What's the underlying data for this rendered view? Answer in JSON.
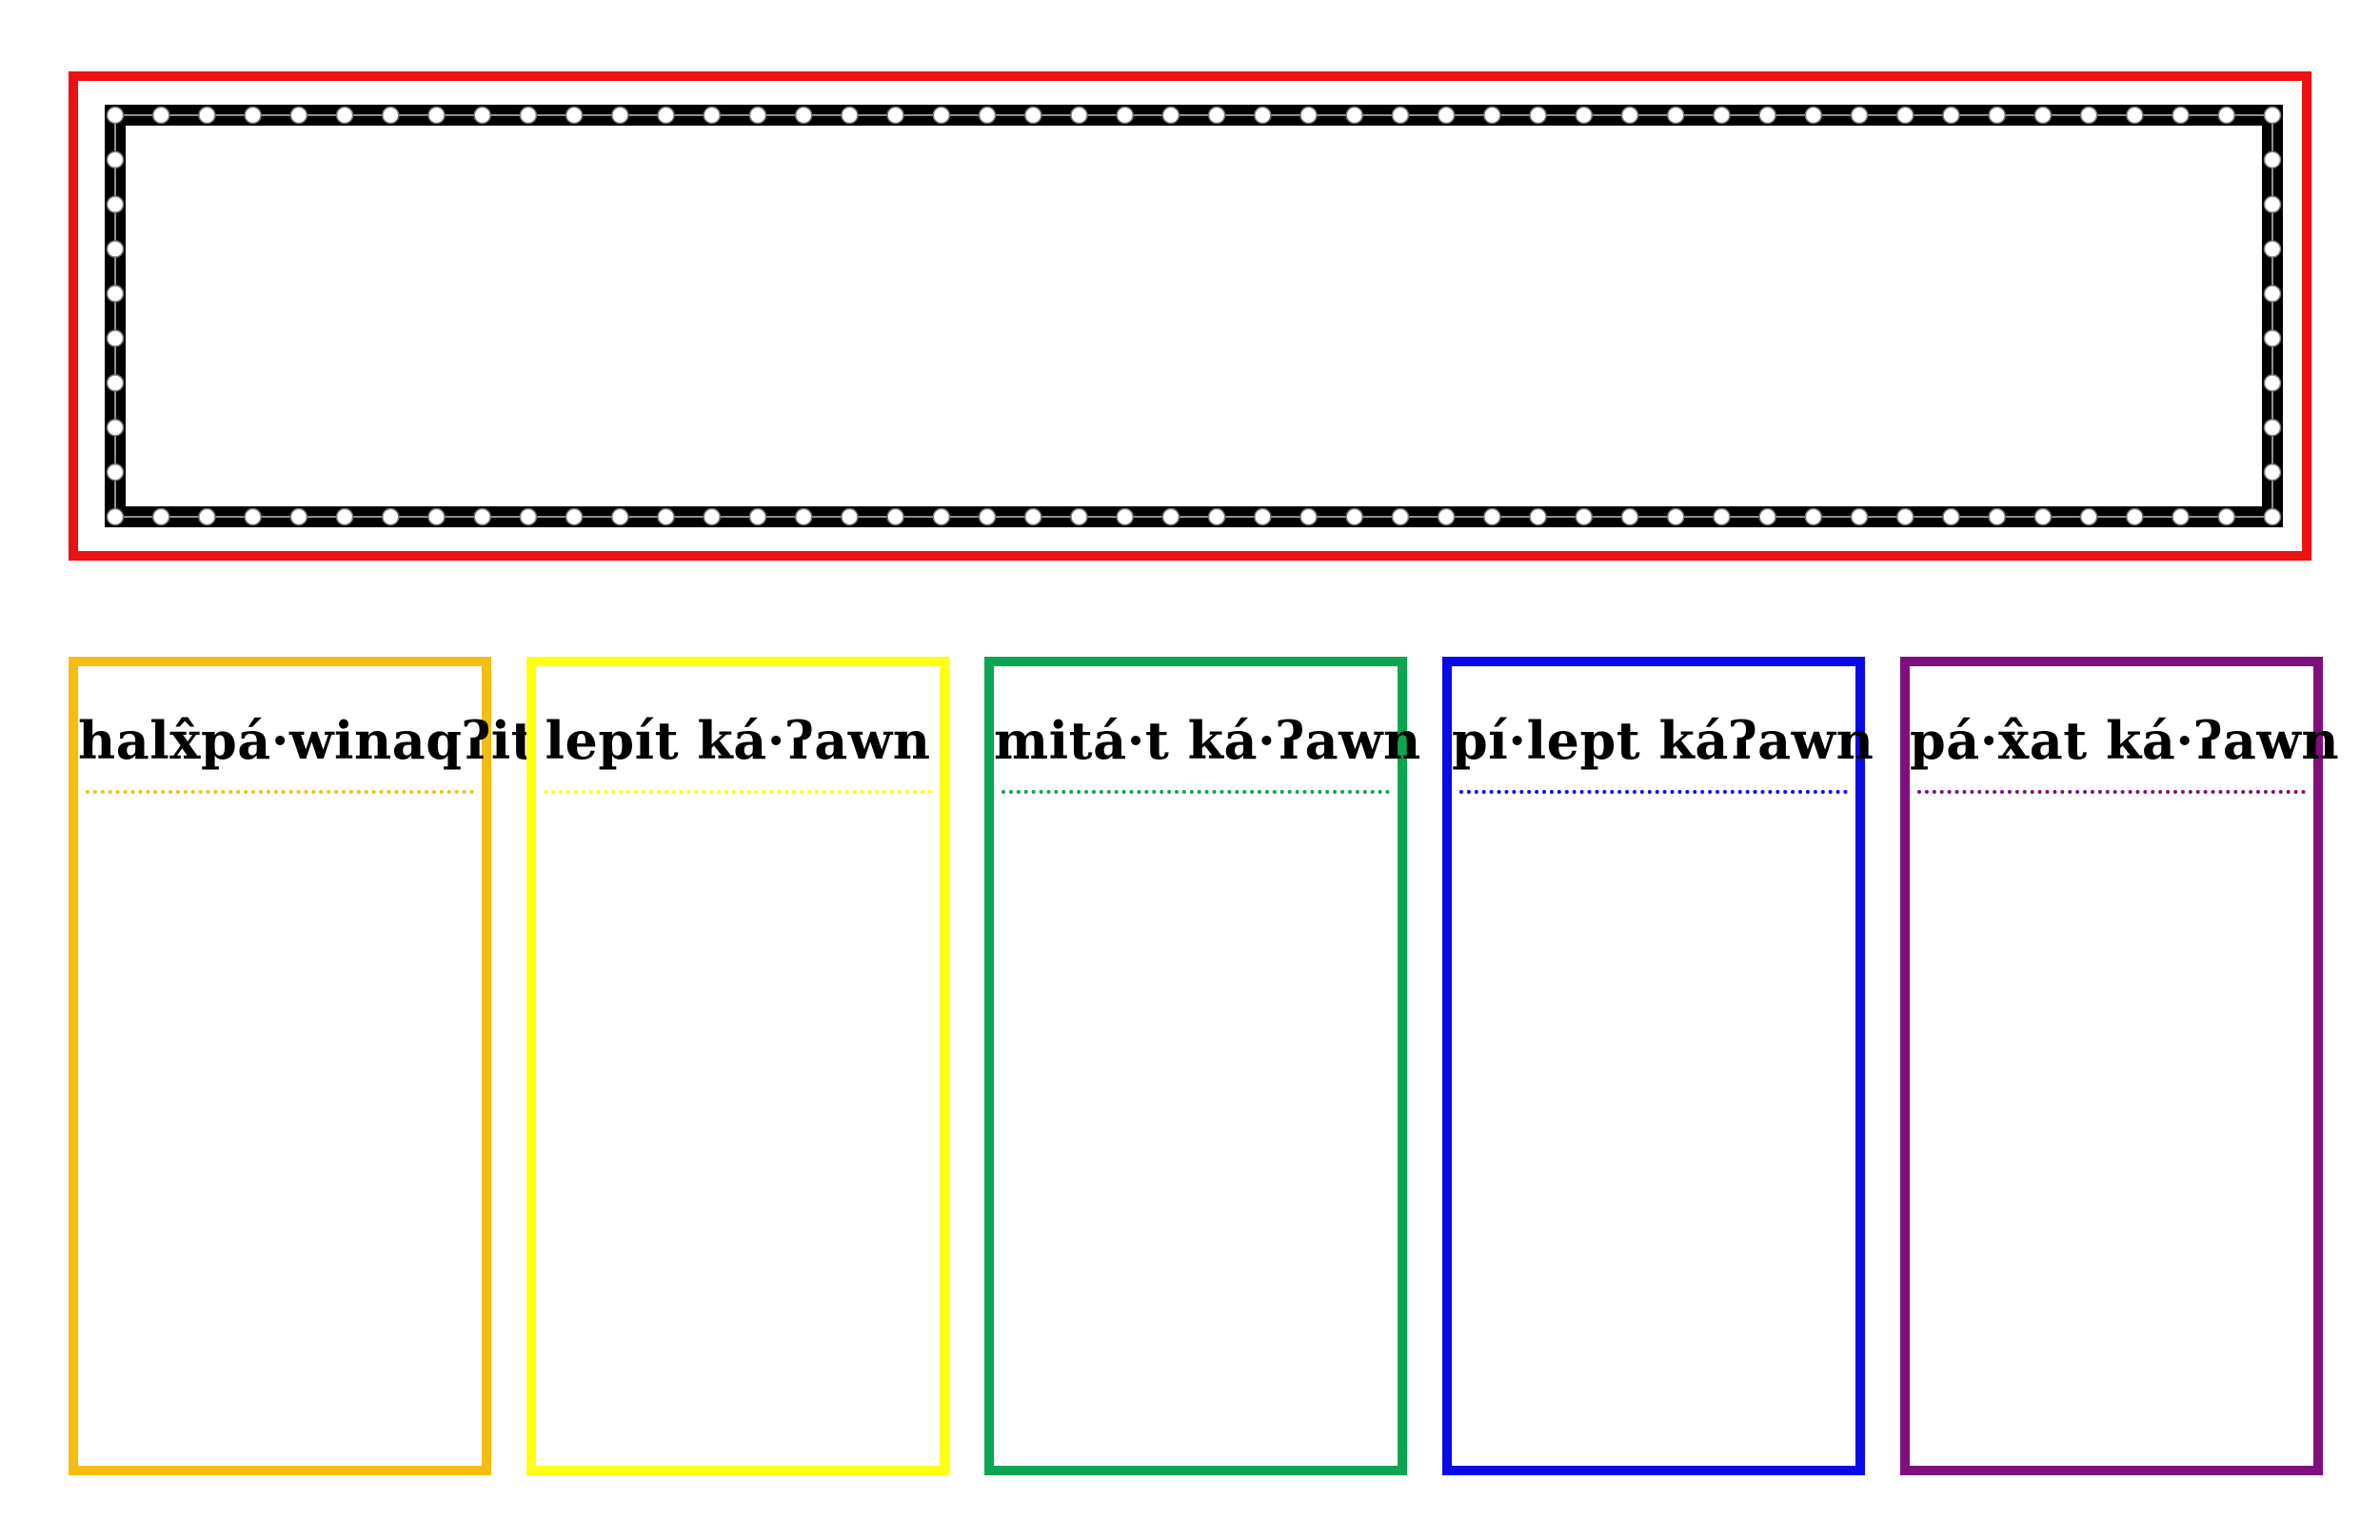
{
  "title_frame": {
    "border_color": "#ee1111",
    "marquee_color": "#000000",
    "bulb_color": "#ffffff"
  },
  "cards": [
    {
      "title": "halx̂pá·winaqʔit",
      "color": "#f5bd11"
    },
    {
      "title": "lepít ká·ʔawn",
      "color": "#ffff11"
    },
    {
      "title": "mitá·t ká·ʔawn",
      "color": "#0ba652"
    },
    {
      "title": "pí·lept káʔawn",
      "color": "#0a0ae8"
    },
    {
      "title": "pá·x̂at ká·ʔawn",
      "color": "#7f0f7f"
    }
  ]
}
